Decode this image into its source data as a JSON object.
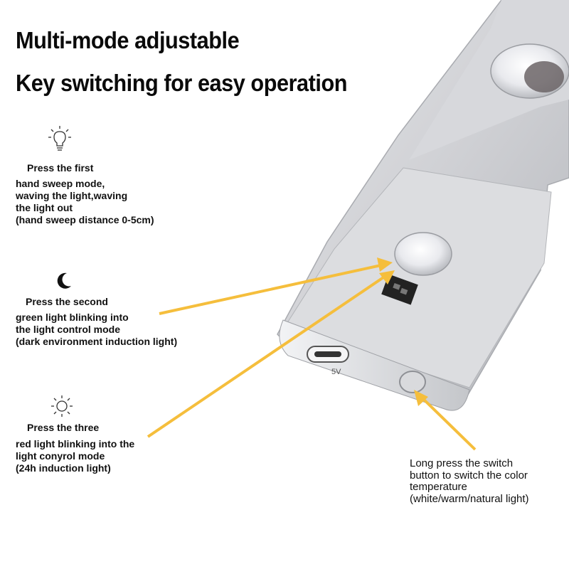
{
  "headline": {
    "line1": "Multi-mode adjustable",
    "line2": "Key switching for easy operation"
  },
  "modes": [
    {
      "icon": "lightbulb-icon",
      "heading": "Press the first",
      "lines": [
        "hand sweep mode,",
        "waving the light,waving",
        "the light out",
        "(hand sweep distance 0-5cm)"
      ]
    },
    {
      "icon": "moon-icon",
      "heading": "Press the second",
      "lines": [
        "green light blinking into",
        "the light control mode",
        "(dark environment induction light)"
      ]
    },
    {
      "icon": "sun-icon",
      "heading": "Press the three",
      "lines": [
        "red light blinking into the",
        "light conyrol mode",
        "(24h induction light)"
      ]
    }
  ],
  "switch_note": {
    "lines": [
      "Long press the switch",
      "button to switch the color",
      "temperature",
      "(white/warm/natural light)"
    ]
  },
  "device": {
    "port_label": "5V"
  },
  "colors": {
    "arrow": "#F5BE3C",
    "housing": "#C9CACD",
    "text": "#111111"
  }
}
